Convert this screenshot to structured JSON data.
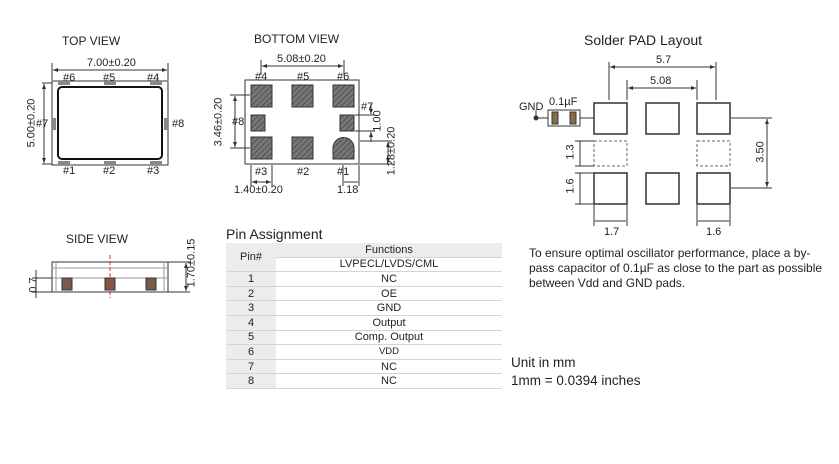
{
  "top_view": {
    "title": "TOP VIEW",
    "width_dim": "7.00±0.20",
    "height_dim": "5.00±0.20",
    "pins": {
      "p1": "#1",
      "p2": "#2",
      "p3": "#3",
      "p4": "#4",
      "p5": "#5",
      "p6": "#6",
      "p7": "#7",
      "p8": "#8"
    }
  },
  "bottom_view": {
    "title": "BOTTOM  VIEW",
    "pad_pitch": "5.08±0.20",
    "height_dim": "3.46±0.20",
    "pad_height_dim": "1.00",
    "pad_to_edge_dim": "1.28±0.20",
    "pad_width_dim": "1.40±0.20",
    "pad_offset_dim": "1.18",
    "pins": {
      "p1": "#1",
      "p2": "#2",
      "p3": "#3",
      "p4": "#4",
      "p5": "#5",
      "p6": "#6",
      "p7": "#7",
      "p8": "#8"
    }
  },
  "side_view": {
    "title": "SIDE VIEW",
    "height_dim": "1.70±0.15",
    "lead_dim": "0.7"
  },
  "solder_pad": {
    "title": "Solder PAD Layout",
    "outer_width": "5.7",
    "inner_pitch": "5.08",
    "gnd_label": "GND",
    "cap_label": "0.1µF",
    "pad_height": "1.3",
    "pad_height2": "1.6",
    "span_height": "3.50",
    "left_width": "1.7",
    "right_width": "1.6"
  },
  "pin_assignment": {
    "title": "Pin Assignment",
    "col_pin": "Pin#",
    "col_functions": "Functions",
    "col_subheader": "LVPECL/LVDS/CML",
    "rows": [
      {
        "pin": "1",
        "function": "NC"
      },
      {
        "pin": "2",
        "function": "OE"
      },
      {
        "pin": "3",
        "function": "GND"
      },
      {
        "pin": "4",
        "function": "Output"
      },
      {
        "pin": "5",
        "function": "Comp. Output"
      },
      {
        "pin": "6",
        "function": "VDD"
      },
      {
        "pin": "7",
        "function": "NC"
      },
      {
        "pin": "8",
        "function": "NC"
      }
    ]
  },
  "note": "To ensure optimal oscillator performance, place a by-pass capacitor of 0.1µF as close to the part as possible between Vdd and GND pads.",
  "units": {
    "line1": "Unit in mm",
    "line2": "1mm = 0.0394 inches"
  }
}
